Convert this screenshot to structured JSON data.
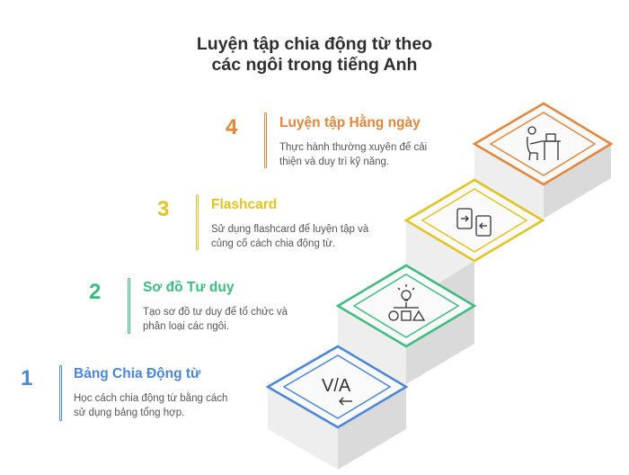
{
  "title": {
    "line1": "Luyện tập chia động từ theo",
    "line2": "các ngôi trong tiếng Anh"
  },
  "colors": {
    "step1": "#4a86d9",
    "step2": "#3dbd7d",
    "step3": "#e3c320",
    "step4": "#e5853a",
    "wall_light": "#eeeeee",
    "wall_dark": "#dadada",
    "icon": "#333333"
  },
  "steps": [
    {
      "number": "1",
      "heading": "Bảng Chia Động từ",
      "description_line1": "Học cách chia động từ bằng cách",
      "description_line2": "sử dụng bảng tổng hợp.",
      "icon": "verb-table-icon"
    },
    {
      "number": "2",
      "heading": "Sơ đồ Tư duy",
      "description_line1": "Tạo sơ đồ tư duy để tổ chức và",
      "description_line2": "phân loại các ngôi.",
      "icon": "mind-map-icon"
    },
    {
      "number": "3",
      "heading": "Flashcard",
      "description_line1": "Sử dụng flashcard để luyện tập và",
      "description_line2": "củng cố cách chia động từ.",
      "icon": "flashcard-icon"
    },
    {
      "number": "4",
      "heading": "Luyện tập Hằng ngày",
      "description_line1": "Thực hành thường xuyên để cải",
      "description_line2": "thiện và duy trì kỹ năng.",
      "icon": "daily-practice-icon"
    }
  ],
  "icon_text": {
    "verb_table": "V/A"
  }
}
